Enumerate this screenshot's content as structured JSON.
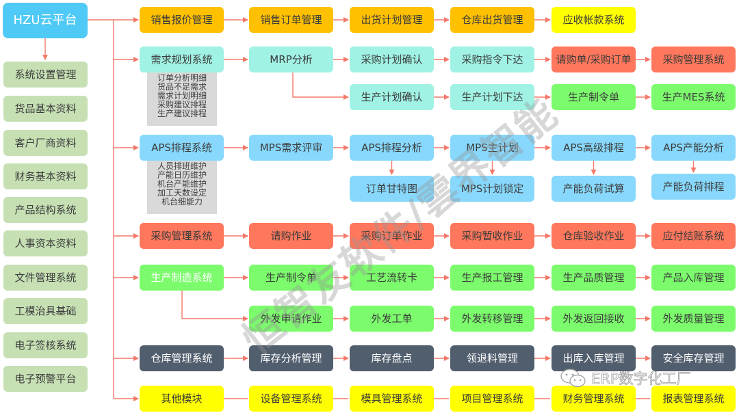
{
  "root": {
    "label": "HZU云平台"
  },
  "left_modules": [
    "系统设置管理",
    "货品基本资料",
    "客户厂商资料",
    "财务基本资料",
    "产品结构系统",
    "人事资本资料",
    "文件管理系统",
    "工模治具基础",
    "电子签核系统",
    "电子预警平台"
  ],
  "rows": {
    "sales": [
      "销售报价管理",
      "销售订单管理",
      "出货计划管理",
      "仓库出货管理",
      "应收帐款系统"
    ],
    "demand": [
      "需求规划系统",
      "MRP分析",
      "采购计划确认",
      "采购指令下达",
      "请购单/采购订单",
      "采购管理系统"
    ],
    "demand_prod": [
      "生产计划确认",
      "生产计划下达",
      "生产制令单",
      "生产MES系统"
    ],
    "demand_notes": [
      "订单分析明细",
      "货品不足需求",
      "需求计划明细",
      "采购建议排程",
      "生产建议排程"
    ],
    "aps": [
      "APS排程系统",
      "MPS需求评审",
      "APS排程分析",
      "MPS主计划",
      "APS高级排程",
      "APS产能分析"
    ],
    "aps_sub": [
      "订单甘特图",
      "MPS计划锁定",
      "产能负荷试算",
      "产能负荷排程"
    ],
    "aps_notes": [
      "人员排班维护",
      "产能日历维护",
      "机台产能维护",
      "加工天数设定",
      "机台细能力"
    ],
    "purchase": [
      "采购管理系统",
      "请购作业",
      "采购订单作业",
      "采购暂收作业",
      "仓库验收作业",
      "应付结账系统"
    ],
    "production": [
      "生产制造系统",
      "生产制令单",
      "工艺流转卡",
      "生产报工管理",
      "生产品质管理",
      "产品入库管理"
    ],
    "outsource": [
      "外发申请作业",
      "外发工单",
      "外发转移管理",
      "外发返回接收",
      "外发质量管理"
    ],
    "warehouse": [
      "仓库管理系统",
      "库存分析管理",
      "库存盘点",
      "领退料管理",
      "出库入库管理",
      "安全库存管理"
    ],
    "other": [
      "其他模块",
      "设备管理系统",
      "模具管理系统",
      "项目管理系统",
      "财务管理系统",
      "报表管理系统"
    ]
  },
  "colors": {
    "connector": "#f4796a",
    "root": "#4fc9f5",
    "base": "#c6e0b4",
    "sales": "#ffc000",
    "finance": "#ffff00",
    "planning": "#a0f2e4",
    "aps": "#87d8fc",
    "purchase": "#ff775c",
    "production": "#7cfc6c",
    "warehouse": "#515e6e"
  },
  "watermark": "恒智友软件/雲界智能",
  "brand": {
    "icon": "wechat-icon",
    "text": "ERP数字化工厂"
  }
}
